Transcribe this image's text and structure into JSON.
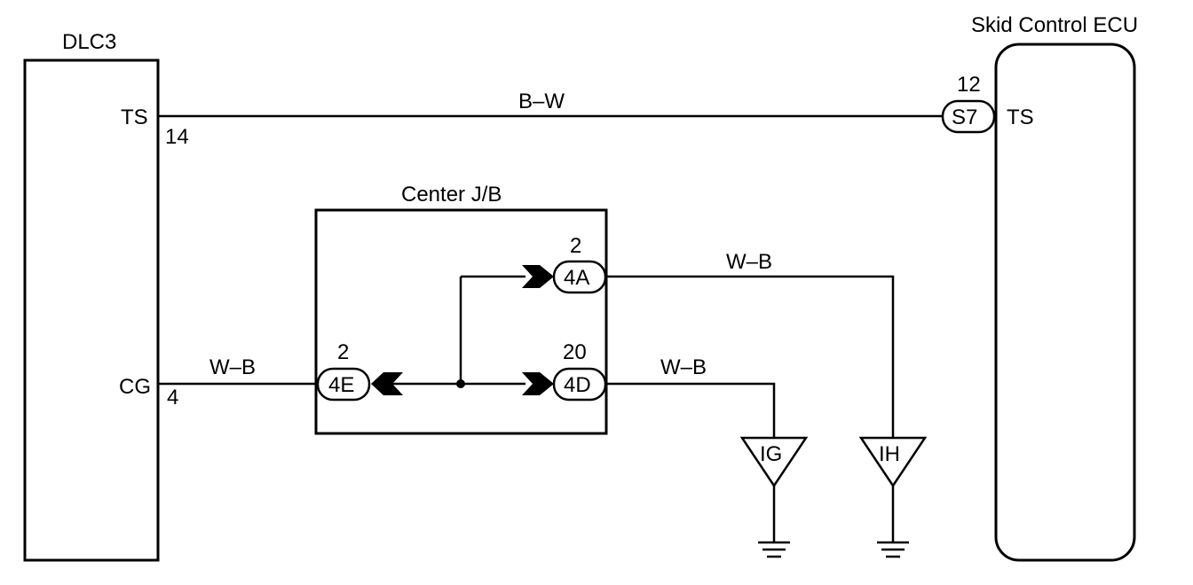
{
  "dlc3": {
    "title": "DLC3",
    "pin_ts": {
      "name": "TS",
      "number": "14"
    },
    "pin_cg": {
      "name": "CG",
      "number": "4"
    }
  },
  "ecu": {
    "title": "Skid Control ECU",
    "pin_ts": {
      "name": "TS",
      "connector": "S7",
      "number": "12"
    }
  },
  "junction_block": {
    "title": "Center J/B",
    "connectors": [
      {
        "id": "4E",
        "pin": "2"
      },
      {
        "id": "4A",
        "pin": "2"
      },
      {
        "id": "4D",
        "pin": "20"
      }
    ]
  },
  "wires": {
    "ts_line": "B–W",
    "cg_line": "W–B",
    "ig_line": "W–B",
    "ih_line": "W–B"
  },
  "grounds": [
    {
      "label": "IG"
    },
    {
      "label": "IH"
    }
  ]
}
